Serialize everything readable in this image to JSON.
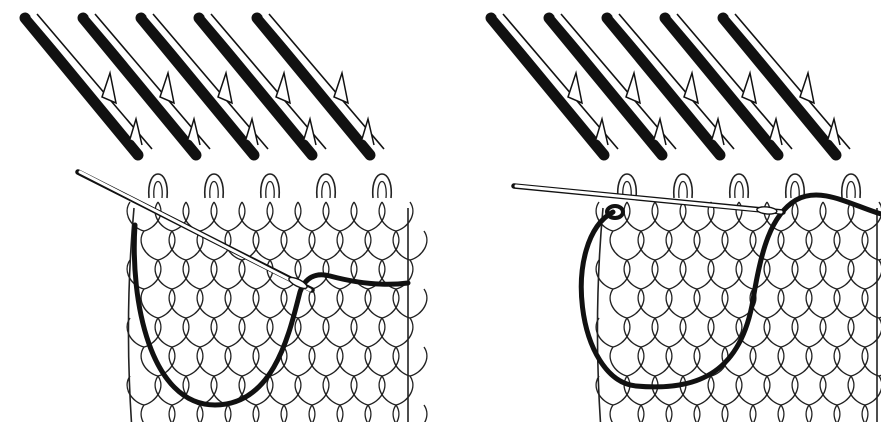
{
  "figure": {
    "panels": [
      {
        "id": "step-1",
        "needle_count": 5,
        "knitting_machine_needles": true,
        "yarn_color": "#111111",
        "stitch_outline": "#222222"
      },
      {
        "id": "step-2",
        "needle_count": 5,
        "knitting_machine_needles": true,
        "yarn_color": "#111111",
        "stitch_outline": "#222222"
      }
    ],
    "background": "#ffffff"
  }
}
